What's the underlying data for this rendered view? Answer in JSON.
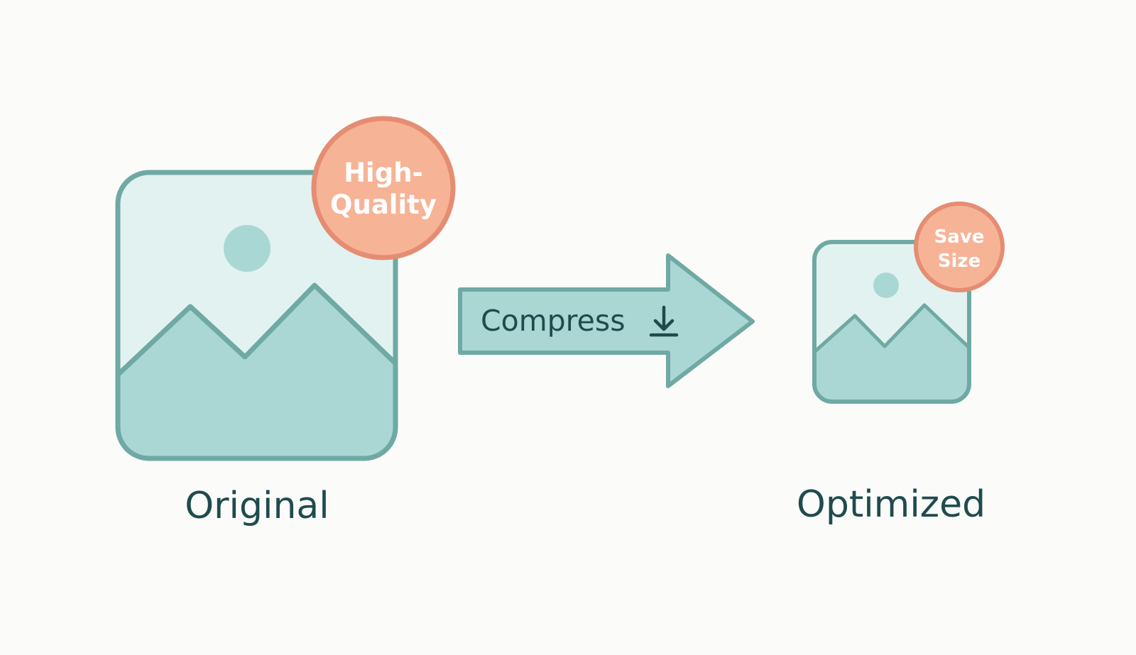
{
  "colors": {
    "background": "#fbfbfa",
    "frame_stroke": "#6fa9a4",
    "frame_fill": "#e2f2f1",
    "mountain_fill": "#aad7d4",
    "sun_fill": "#a9d8d4",
    "badge_fill": "#f7b396",
    "badge_stroke": "#e58d73",
    "arrow_fill": "#aad7d4",
    "arrow_stroke": "#6fa9a4",
    "text": "#1f4b4d"
  },
  "original": {
    "label": "Original",
    "badge_line1": "High-",
    "badge_line2": "Quality",
    "icon": "image-icon"
  },
  "arrow": {
    "label": "Compress",
    "icon": "download-arrow-icon"
  },
  "optimized": {
    "label": "Optimized",
    "badge_line1": "Save",
    "badge_line2": "Size",
    "icon": "image-icon"
  }
}
